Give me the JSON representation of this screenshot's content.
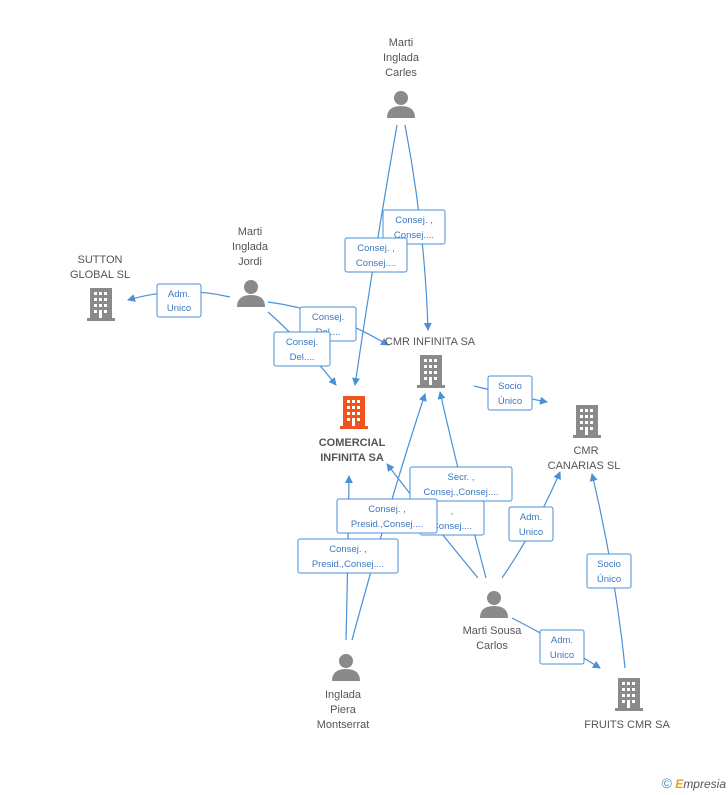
{
  "colors": {
    "edge": "#4a90d9",
    "person": "#8a8a8a",
    "company": "#8a8a8a",
    "focus": "#f0541e"
  },
  "nodes": [
    {
      "id": "marti-carles",
      "type": "person",
      "lines": [
        "Marti",
        "Inglada",
        "Carles"
      ]
    },
    {
      "id": "marti-jordi",
      "type": "person",
      "lines": [
        "Marti",
        "Inglada",
        "Jordi"
      ]
    },
    {
      "id": "sutton",
      "type": "company",
      "lines": [
        "SUTTON",
        "GLOBAL SL"
      ]
    },
    {
      "id": "cmr-infinita",
      "type": "company",
      "lines": [
        "CMR INFINITA SA"
      ]
    },
    {
      "id": "comercial",
      "type": "focus",
      "lines": [
        "COMERCIAL",
        "INFINITA SA"
      ]
    },
    {
      "id": "cmr-canarias",
      "type": "company",
      "lines": [
        "CMR",
        "CANARIAS  SL"
      ]
    },
    {
      "id": "marti-sousa",
      "type": "person",
      "lines": [
        "Marti Sousa",
        "Carlos"
      ]
    },
    {
      "id": "inglada-piera",
      "type": "person",
      "lines": [
        "Inglada",
        "Piera",
        "Montserrat"
      ]
    },
    {
      "id": "fruits",
      "type": "company",
      "lines": [
        "FRUITS CMR SA"
      ]
    }
  ],
  "edge_labels": [
    {
      "id": "jordi-sutton",
      "lines": [
        "Adm.",
        "Unico"
      ]
    },
    {
      "id": "carles-cmr",
      "lines": [
        "Consej. ,",
        "Consej...."
      ]
    },
    {
      "id": "carles-comercial",
      "lines": [
        "Consej. ,",
        "Consej...."
      ]
    },
    {
      "id": "jordi-cmr",
      "lines": [
        "Consej.",
        "Del...."
      ]
    },
    {
      "id": "jordi-comercial",
      "lines": [
        "Consej.",
        "Del...."
      ]
    },
    {
      "id": "cmr-canarias",
      "lines": [
        "Socio",
        "Único"
      ]
    },
    {
      "id": "sousa-comercial",
      "lines": [
        "Secr. ,",
        "Consej.,Consej...."
      ]
    },
    {
      "id": "sousa-cmr-hidden",
      "lines": [
        ",",
        "Consej...."
      ]
    },
    {
      "id": "sousa-canarias",
      "lines": [
        "Adm.",
        "Unico"
      ]
    },
    {
      "id": "piera-cmr",
      "lines": [
        "Consej. ,",
        "Presid.,Consej...."
      ]
    },
    {
      "id": "piera-comercial",
      "lines": [
        "Consej. ,",
        "Presid.,Consej...."
      ]
    },
    {
      "id": "fruits-canarias",
      "lines": [
        "Socio",
        "Único"
      ]
    },
    {
      "id": "sousa-fruits",
      "lines": [
        "Adm.",
        "Unico"
      ]
    }
  ],
  "footer": {
    "copyright": "©",
    "brand_e": "E",
    "brand_rest": "mpresia"
  }
}
